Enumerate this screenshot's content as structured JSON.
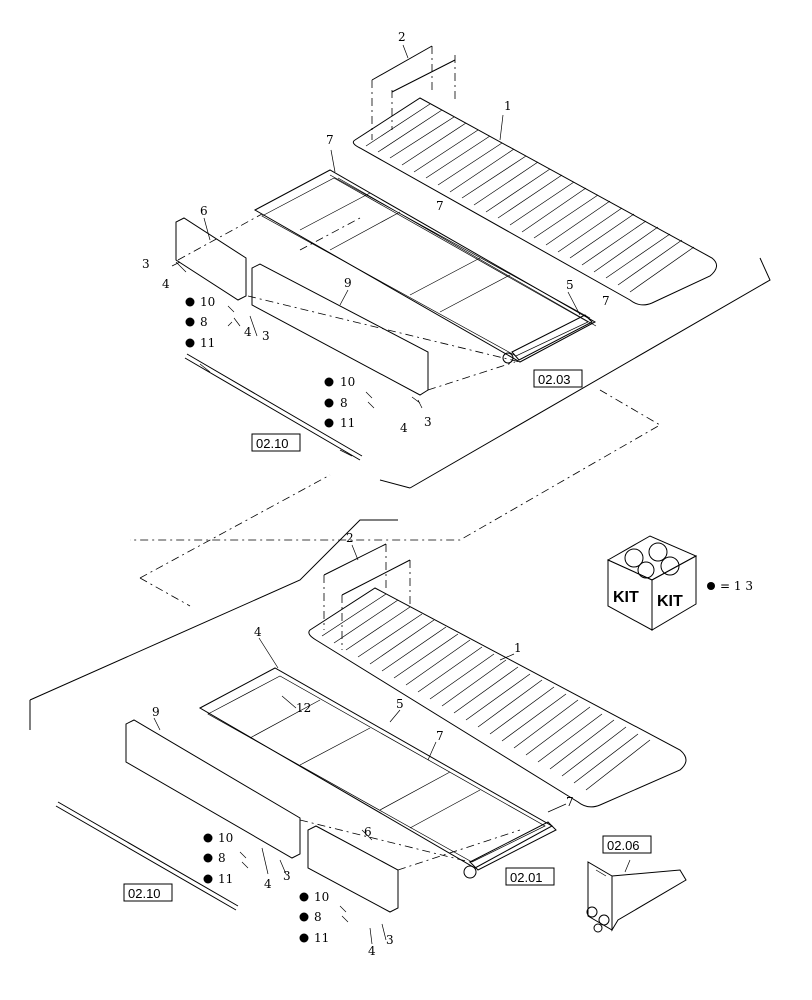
{
  "diagram": {
    "upper_assembly": {
      "callouts": {
        "belt": "1",
        "belt_width_dim": "2",
        "frame_top": "7",
        "frame_right": "7",
        "frame_end": "7",
        "end_panel": "6",
        "side_panel": "9",
        "roller": "5",
        "bolt_a": "3",
        "bolt_b": "4",
        "bolt_c": "4",
        "bolt_d": "3",
        "bolt_e": "4",
        "bolt_f": "3"
      },
      "hardware_left": [
        "10",
        "8",
        "11"
      ],
      "hardware_right": [
        "10",
        "8",
        "11"
      ],
      "refs": {
        "roller_ref": "02.03",
        "bar_ref": "02.10"
      }
    },
    "lower_assembly": {
      "callouts": {
        "belt": "1",
        "belt_width_dim": "2",
        "top_bolt": "4",
        "spacer": "12",
        "roller": "5",
        "frame_mid": "7",
        "frame_end": "7",
        "side_panel": "9",
        "end_panel": "6",
        "bolt_a": "4",
        "bolt_b": "3",
        "bolt_c": "4",
        "bolt_d": "3"
      },
      "hardware_left": [
        "10",
        "8",
        "11"
      ],
      "hardware_right": [
        "10",
        "8",
        "11"
      ],
      "refs": {
        "roller_ref": "02.01",
        "bar_ref": "02.10",
        "drive_ref": "02.06"
      }
    },
    "kit": {
      "label_left": "KIT",
      "label_right": "KIT",
      "item": "= 1 3"
    }
  }
}
